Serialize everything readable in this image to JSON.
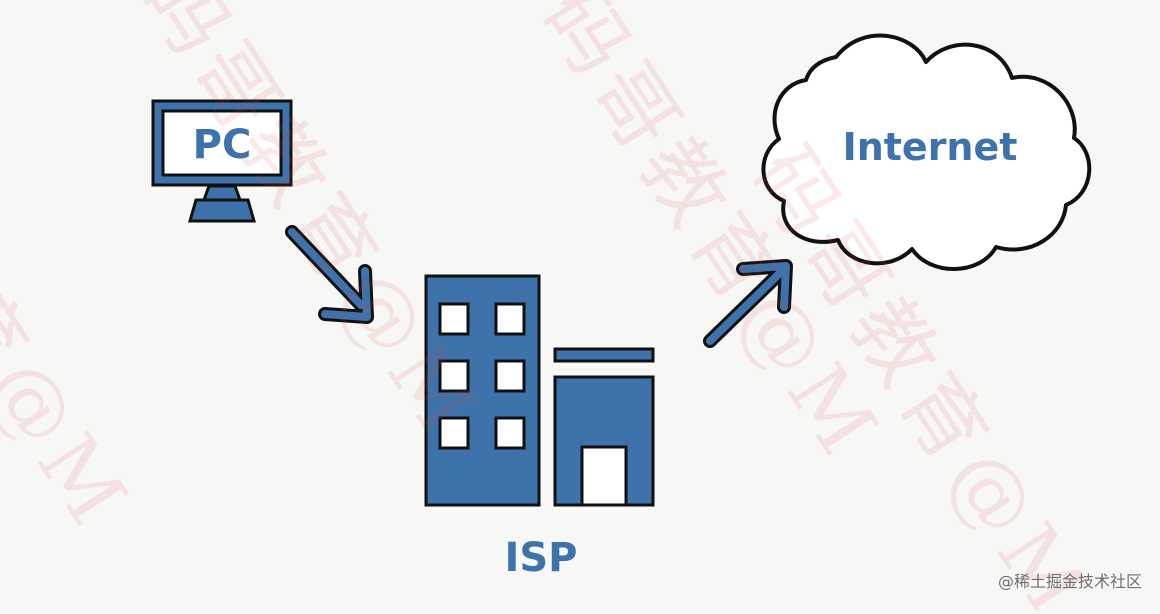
{
  "diagram": {
    "nodes": {
      "pc": {
        "label": "PC"
      },
      "isp": {
        "label": "ISP"
      },
      "internet": {
        "label": "Internet"
      }
    },
    "edges": [
      {
        "from": "PC",
        "to": "ISP"
      },
      {
        "from": "ISP",
        "to": "Internet"
      }
    ]
  },
  "watermark": {
    "repeat_text": "码哥教育@M"
  },
  "footer": {
    "source": "@稀土掘金技术社区"
  },
  "colors": {
    "accent": "#3d73aa",
    "outline": "#111111",
    "background": "#f7f7f5",
    "watermark": "#d64646"
  }
}
